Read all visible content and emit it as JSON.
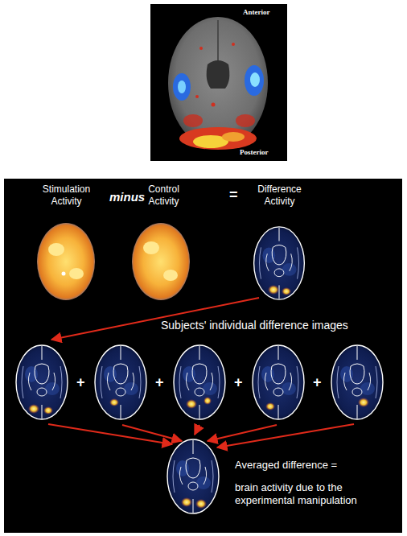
{
  "diagram": {
    "labels": [
      "Anterior",
      "Posterior",
      "Stimulation Activity",
      "minus",
      "Control Activity",
      "=",
      "Difference Activity",
      "Subjects' individual difference images",
      "+",
      "+",
      "+",
      "+",
      "Averaged difference =",
      "brain activity due to the experimental manipulation"
    ]
  }
}
